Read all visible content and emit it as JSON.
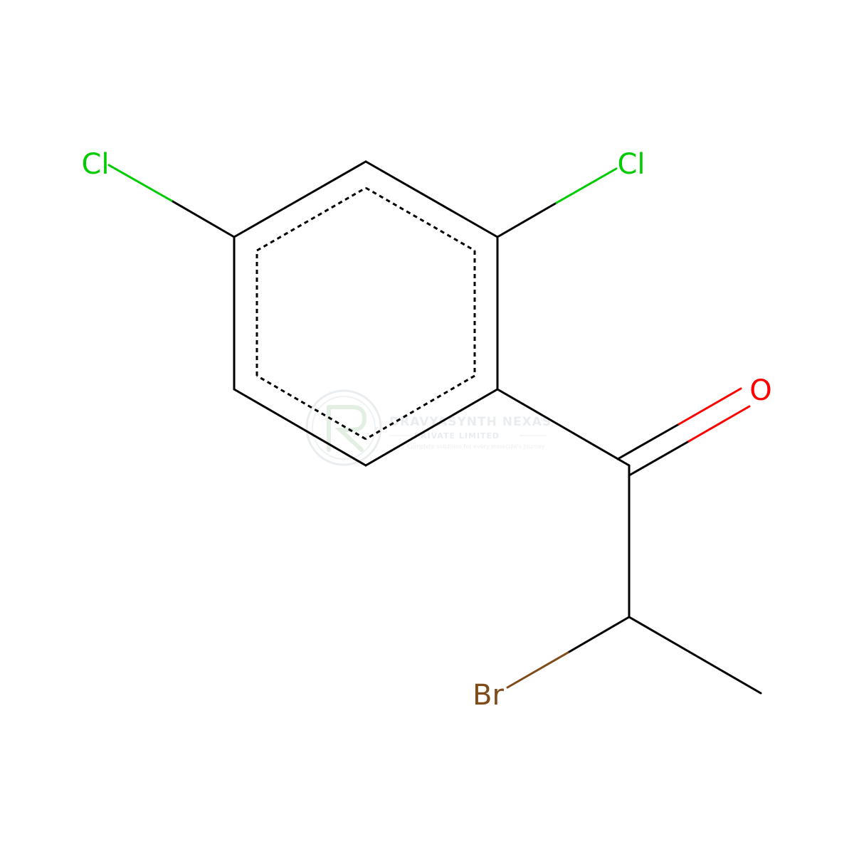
{
  "atoms": {
    "cl_left": "Cl",
    "cl_right": "Cl",
    "oxygen": "O",
    "bromine": "Br"
  },
  "colors": {
    "bond": "#000000",
    "chlorine": "#00cc00",
    "oxygen": "#ff0000",
    "bromine": "#7f4c19",
    "watermark": "#d9dfe3"
  },
  "watermark": {
    "title": "DRAVYASYNTH NEXAS",
    "subtitle": "PRIVATE LIMITED",
    "tagline": "Complete solutions for every molecule's journey"
  }
}
